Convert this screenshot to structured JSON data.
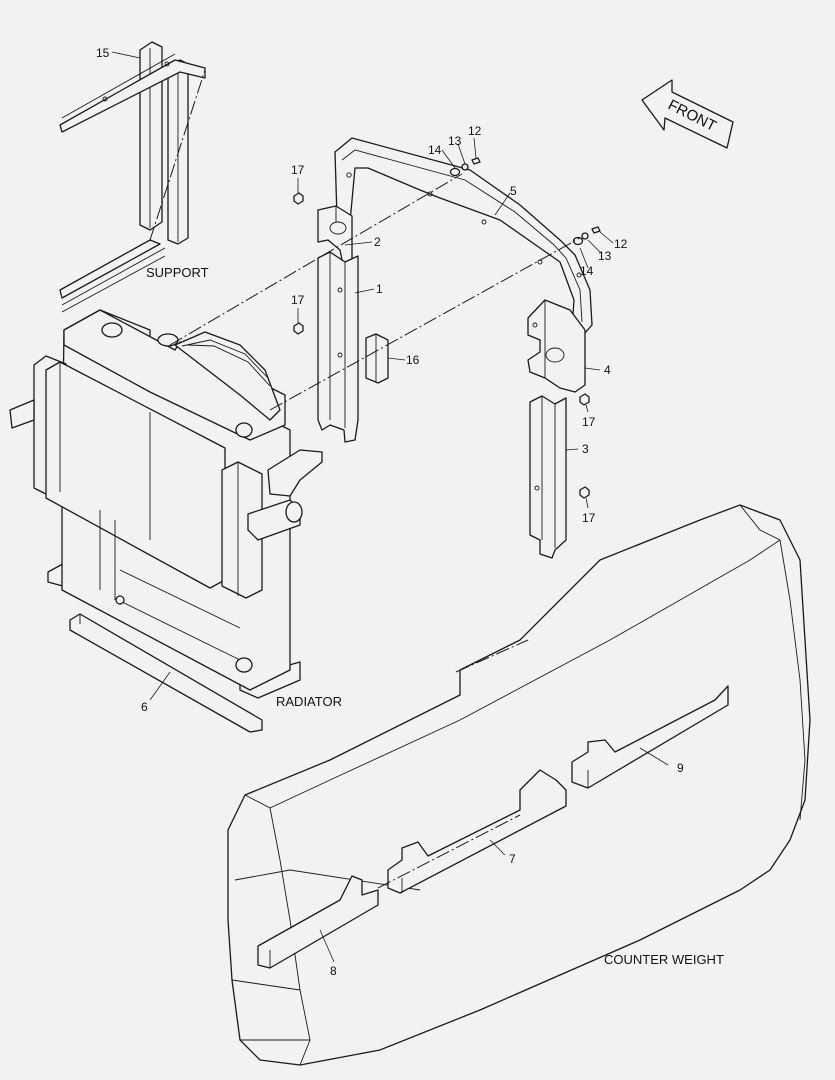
{
  "diagram": {
    "part_numbers": {
      "p1": "1",
      "p2": "2",
      "p3": "3",
      "p4": "4",
      "p5": "5",
      "p6": "6",
      "p7": "7",
      "p8": "8",
      "p9": "9",
      "p12a": "12",
      "p12b": "12",
      "p13a": "13",
      "p13b": "13",
      "p14a": "14",
      "p14b": "14",
      "p15": "15",
      "p16": "16",
      "p17a": "17",
      "p17b": "17",
      "p17c": "17",
      "p17d": "17"
    },
    "assembly_labels": {
      "support": "SUPPORT",
      "radiator": "RADIATOR",
      "counter_weight": "COUNTER WEIGHT"
    },
    "direction_arrow": {
      "text": "FRONT",
      "icon": "arrow-left-icon"
    },
    "colors": {
      "background": "#f2f2f2",
      "line": "#1a1a1a"
    }
  }
}
